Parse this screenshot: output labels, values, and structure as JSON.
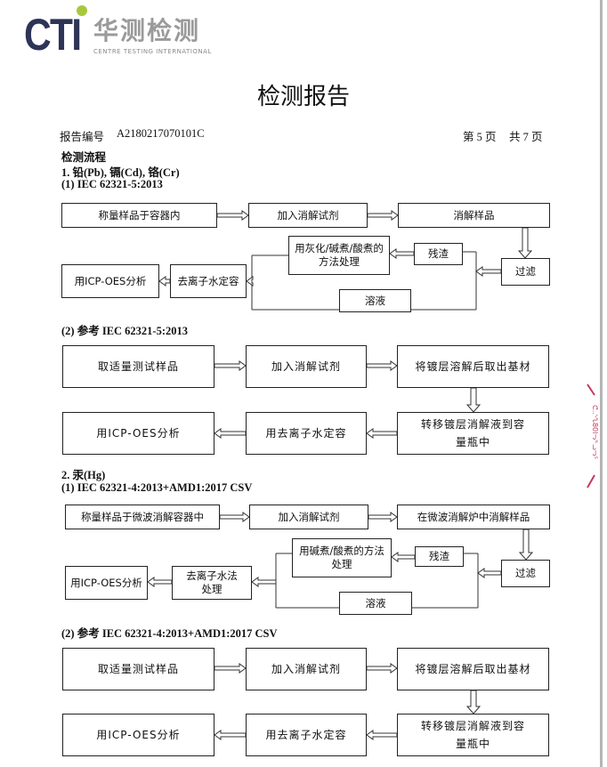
{
  "logo": {
    "mark": "CTI",
    "cn": "华测检测",
    "en": "CENTRE TESTING INTERNATIONAL",
    "accent": "#a8c83c",
    "brand": "#2d3456"
  },
  "title": "检测报告",
  "report": {
    "label": "报告编号",
    "number": "A2180217070101C",
    "page": "第 5 页",
    "total": "共 7 页"
  },
  "section_title": "检测流程",
  "s1": {
    "heading": "1. 铅(Pb), 镉(Cd), 铬(Cr)",
    "sub": "(1) IEC 62321-5:2013",
    "boxes": [
      "称量样品于容器内",
      "加入消解试剂",
      "消解样品",
      "过滤",
      "残渣",
      "用灰化/碱煮/酸煮的方法处理",
      "溶液",
      "去离子水定容",
      "用ICP-OES分析"
    ]
  },
  "s2": {
    "sub": "(2) 参考 IEC 62321-5:2013",
    "boxes": [
      "取适量测试样品",
      "加入消解试剂",
      "将镀层溶解后取出基材",
      "转移镀层消解液到容量瓶中",
      "用去离子水定容",
      "用ICP-OES分析"
    ]
  },
  "s3": {
    "heading": "2. 汞(Hg)",
    "sub": "(1) IEC 62321-4:2013+AMD1:2017 CSV",
    "boxes": [
      "称量样品于微波消解容器中",
      "加入消解试剂",
      "在微波消解炉中消解样品",
      "过滤",
      "残渣",
      "用碱煮/酸煮的方法处理",
      "溶液",
      "去离子水法处理",
      "用ICP-OES分析"
    ]
  },
  "s4": {
    "sub": "(2) 参考 IEC 62321-4:2013+AMD1:2017 CSV",
    "boxes": [
      "取适量测试样品",
      "加入消解试剂",
      "将镀层溶解后取出基材",
      "转移镀层消解液到容量瓶中",
      "用去离子水定容",
      "用ICP-OES分析"
    ]
  }
}
